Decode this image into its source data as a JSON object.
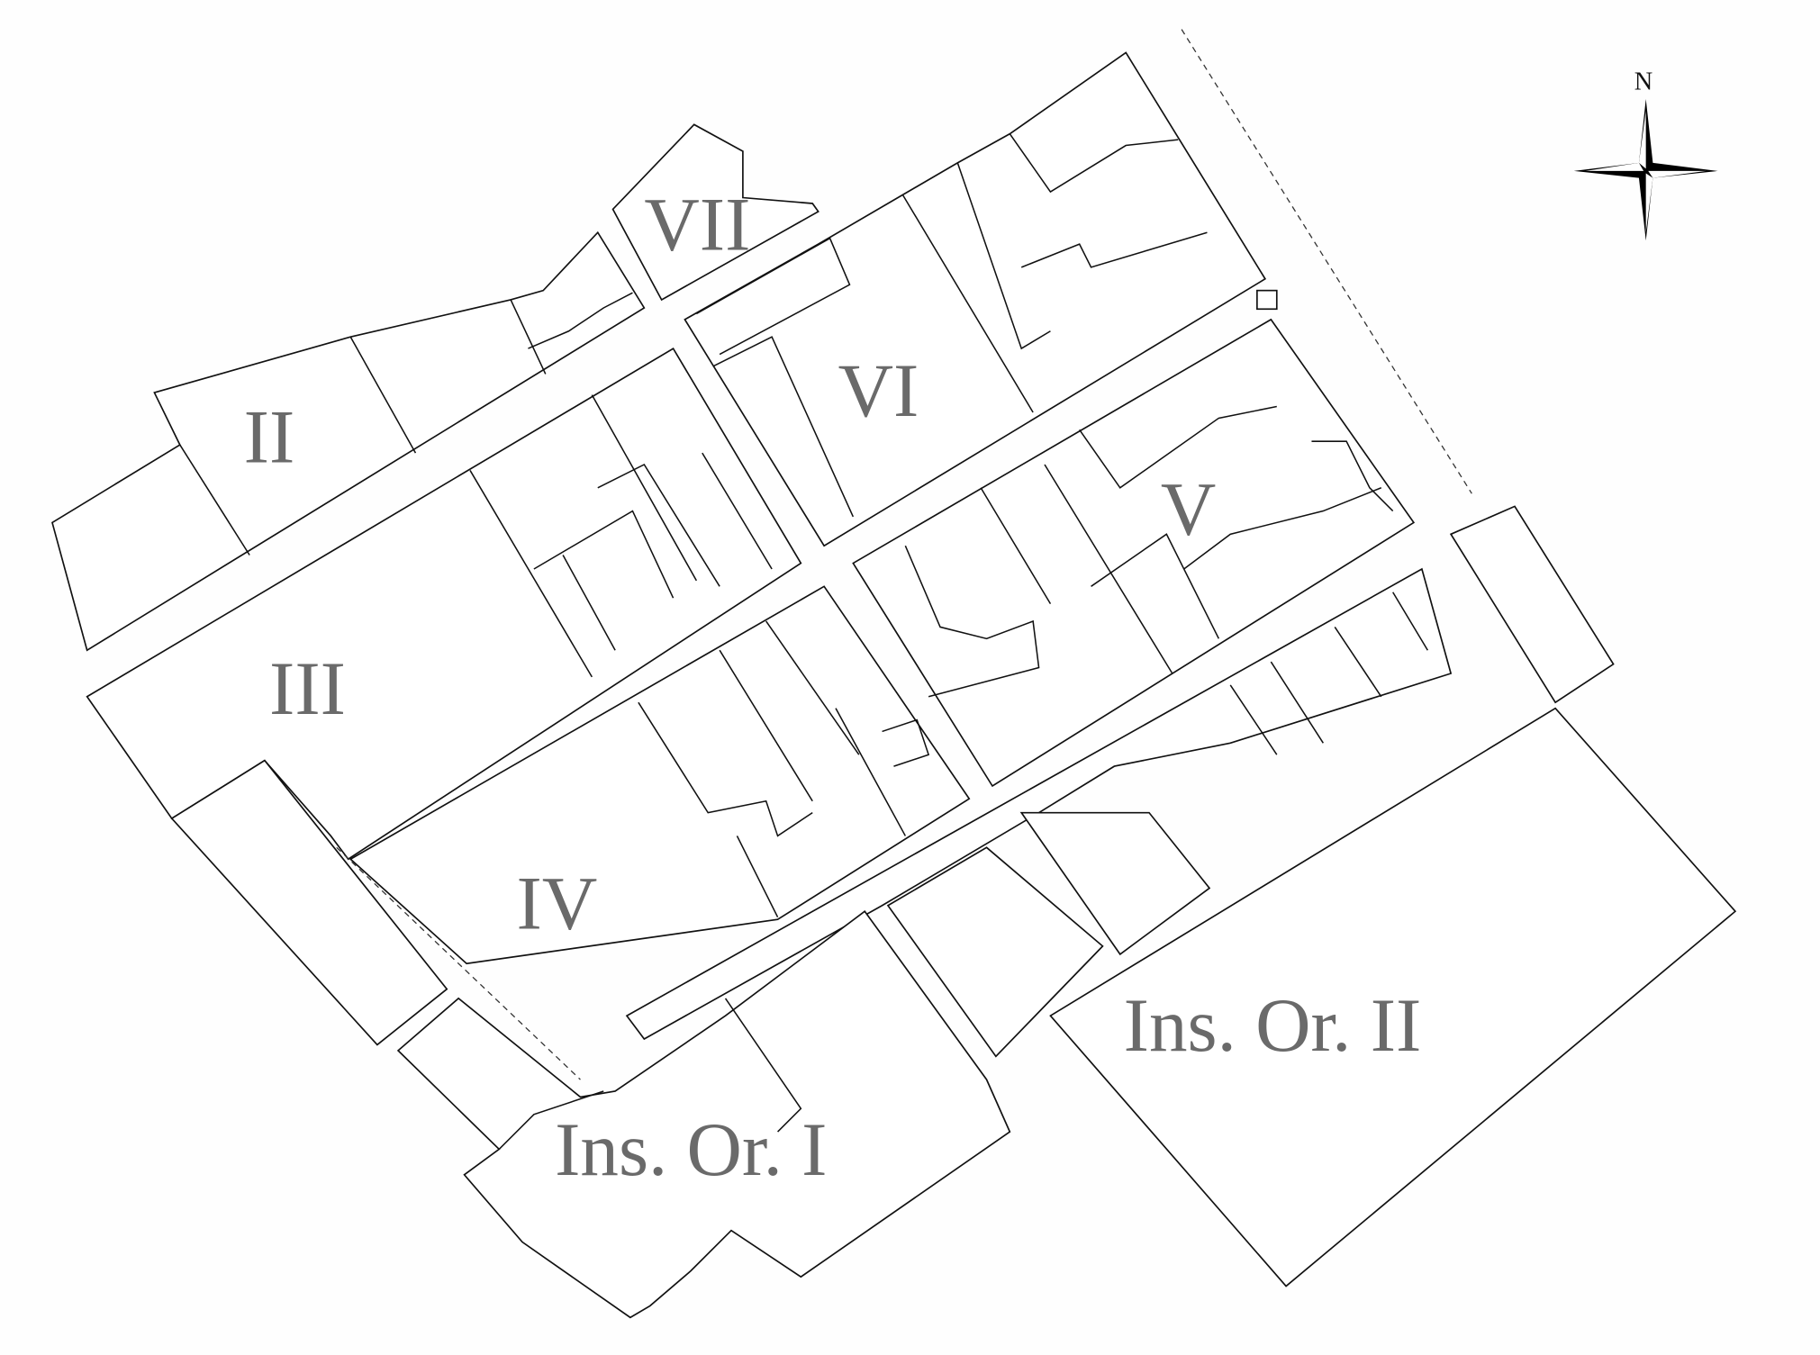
{
  "map": {
    "north_label": "N",
    "insulae": [
      {
        "id": "II",
        "label": "II"
      },
      {
        "id": "III",
        "label": "III"
      },
      {
        "id": "IV",
        "label": "IV"
      },
      {
        "id": "V",
        "label": "V"
      },
      {
        "id": "VI",
        "label": "VI"
      },
      {
        "id": "VII",
        "label": "VII"
      },
      {
        "id": "or1",
        "label": "Ins. Or. I"
      },
      {
        "id": "or2",
        "label": "Ins. Or. II"
      }
    ]
  }
}
